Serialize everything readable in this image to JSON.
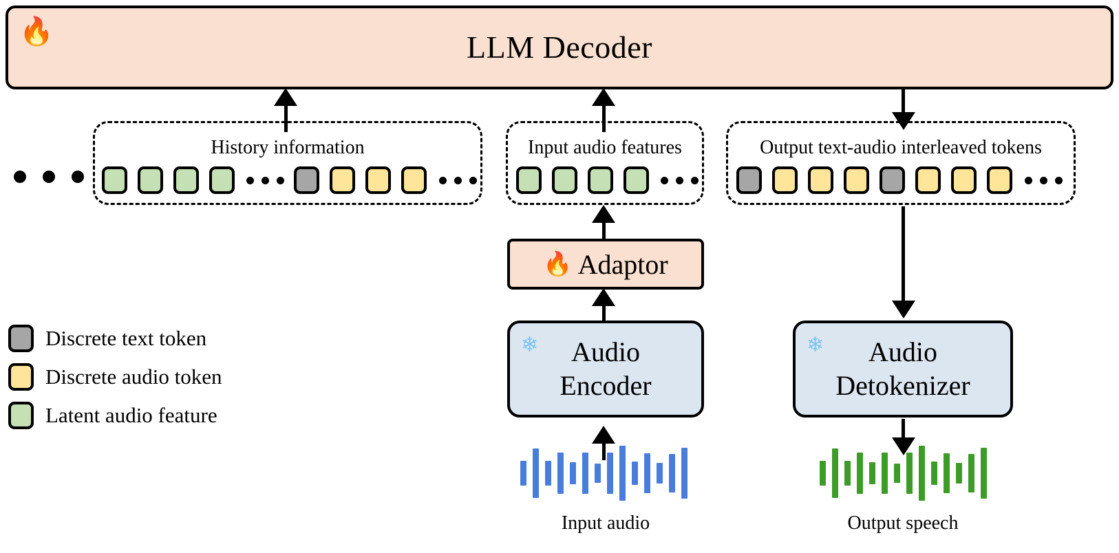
{
  "figure": {
    "type": "architecture-diagram",
    "title": "Speech LLM architecture"
  },
  "llm_decoder": {
    "label": "LLM Decoder",
    "state_icon": "fire",
    "state": "trainable",
    "bg_color": "#fae0d0"
  },
  "left_ellipsis": "• • •",
  "groups": [
    {
      "id": "history",
      "label": "History information",
      "tokens": [
        "green",
        "green",
        "green",
        "green",
        "dots",
        "gray",
        "yellow",
        "yellow",
        "yellow",
        "dots"
      ]
    },
    {
      "id": "input-audio-features",
      "label": "Input audio features",
      "tokens": [
        "green",
        "green",
        "green",
        "green",
        "dots"
      ]
    },
    {
      "id": "output-tokens",
      "label": "Output text-audio interleaved tokens",
      "tokens": [
        "gray",
        "yellow",
        "yellow",
        "yellow",
        "gray",
        "yellow",
        "yellow",
        "yellow",
        "dots"
      ]
    }
  ],
  "modules": {
    "adaptor": {
      "label": "Adaptor",
      "state_icon": "fire",
      "state": "trainable",
      "bg_color": "#fae0d0"
    },
    "audio_encoder": {
      "line1": "Audio",
      "line2": "Encoder",
      "state_icon": "snowflake",
      "state": "frozen",
      "bg_color": "#dce6f1"
    },
    "audio_detokenizer": {
      "line1": "Audio",
      "line2": "Detokenizer",
      "state_icon": "snowflake",
      "state": "frozen",
      "bg_color": "#dce6f1"
    }
  },
  "legend": {
    "items": [
      {
        "color": "#a6a6a6",
        "label": "Discrete text token"
      },
      {
        "color": "#ffe599",
        "label": "Discrete audio token"
      },
      {
        "color": "#c5e0b4",
        "label": "Latent audio feature"
      }
    ]
  },
  "waveforms": {
    "input": {
      "caption": "Input audio",
      "color": "#4a7ddb",
      "bar_heights": [
        36,
        72,
        36,
        60,
        32,
        60,
        28,
        60,
        80,
        34,
        58,
        30,
        56,
        74
      ]
    },
    "output": {
      "caption": "Output speech",
      "color": "#3d9c27",
      "bar_heights": [
        36,
        72,
        36,
        60,
        32,
        60,
        28,
        60,
        80,
        34,
        58,
        30,
        56,
        74
      ]
    }
  },
  "icons": {
    "fire": "🔥",
    "snowflake": "❄"
  },
  "colors": {
    "token_green": "#c5e0b4",
    "token_yellow": "#ffe599",
    "token_gray": "#a6a6a6",
    "peach": "#fae0d0",
    "light_blue": "#dce6f1",
    "wave_blue": "#4a7ddb",
    "wave_green": "#3d9c27"
  }
}
